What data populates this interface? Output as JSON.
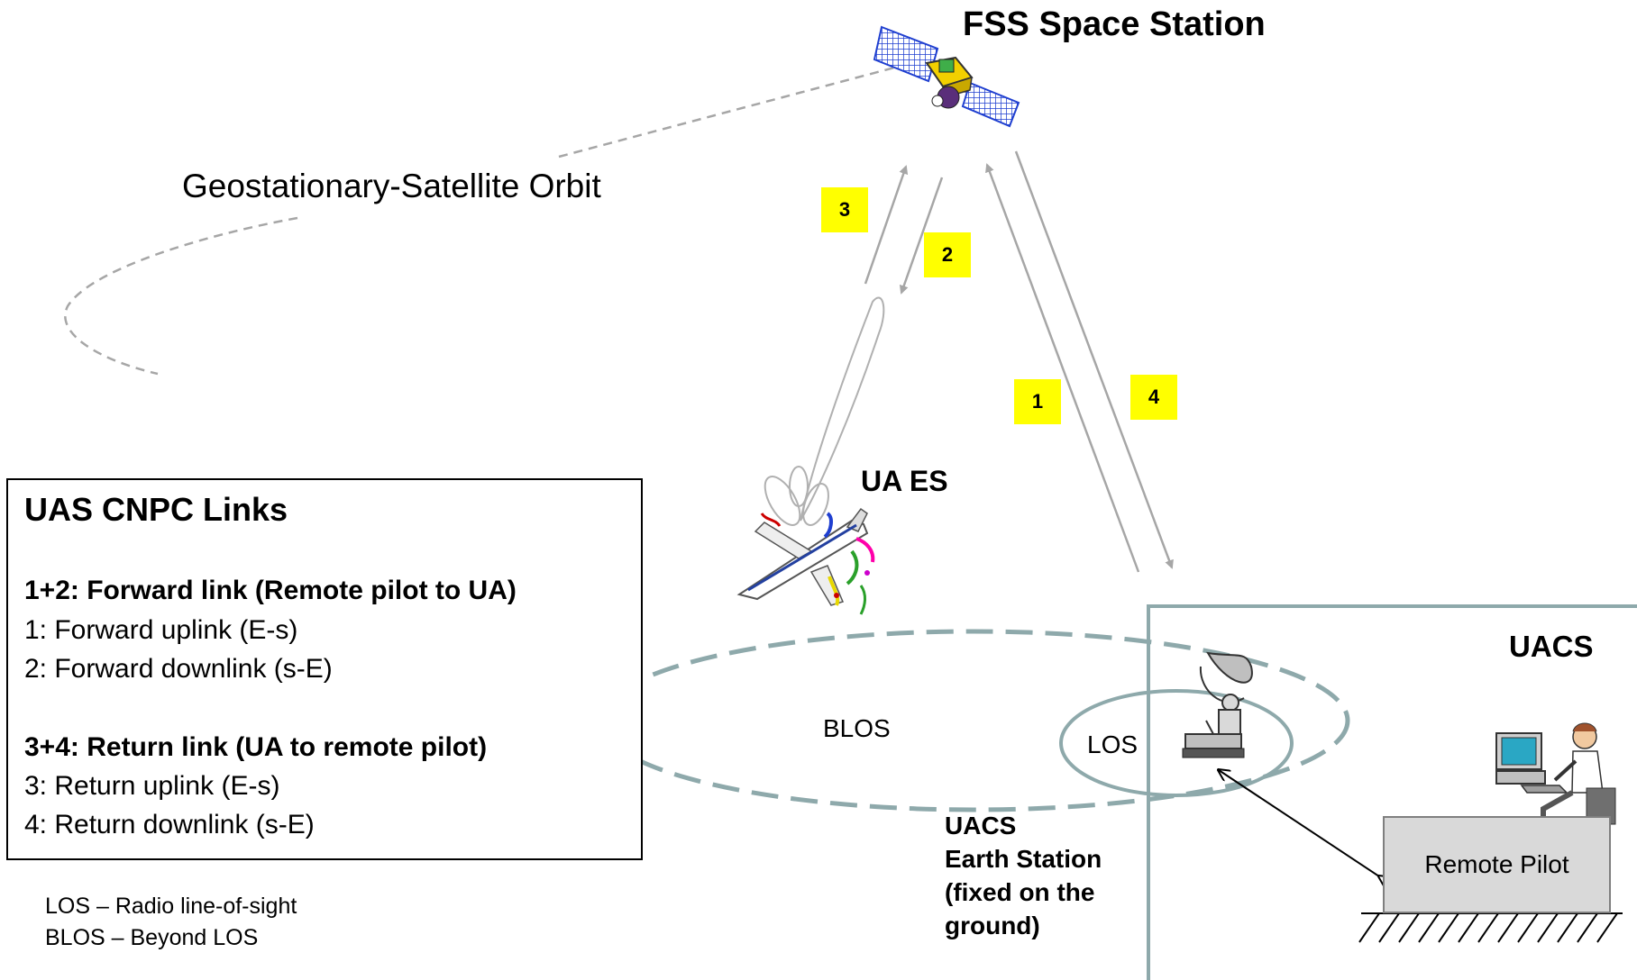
{
  "satellite": {
    "title": "FSS Space Station"
  },
  "orbit": {
    "label": "Geostationary-Satellite  Orbit"
  },
  "aircraft": {
    "label": "UA ES"
  },
  "links": [
    {
      "id": "1",
      "label": "1"
    },
    {
      "id": "2",
      "label": "2"
    },
    {
      "id": "3",
      "label": "3"
    },
    {
      "id": "4",
      "label": "4"
    }
  ],
  "legend": {
    "title": "UAS CNPC  Links",
    "forward_heading": "1+2: Forward link (Remote pilot to UA)",
    "forward_uplink": "1: Forward uplink (E-s)",
    "forward_downlink": "2: Forward downlink (s-E)",
    "return_heading": "3+4: Return link (UA to remote pilot)",
    "return_uplink": "3: Return uplink (E-s)",
    "return_downlink": "4: Return downlink (s-E)"
  },
  "abbreviations": {
    "los": "LOS – Radio line-of-sight",
    "blos": "BLOS – Beyond  LOS"
  },
  "zones": {
    "blos": "BLOS",
    "los": "LOS"
  },
  "uacs": {
    "title": "UACS",
    "earth_station": [
      "UACS",
      "Earth Station",
      "(fixed on the",
      "ground)"
    ],
    "remote_pilot": "Remote Pilot"
  },
  "colors": {
    "badge": "#ffff00",
    "zone_outline": "#8ea9ab",
    "uacs_border": "#8ea9ab",
    "satellite_panel": "#1f3fd0",
    "satellite_body": "#f2d000",
    "link_arrow": "#a6a6a6"
  },
  "icons": [
    "satellite-icon",
    "aircraft-icon",
    "dish-antenna-icon",
    "computer-operator-icon"
  ]
}
